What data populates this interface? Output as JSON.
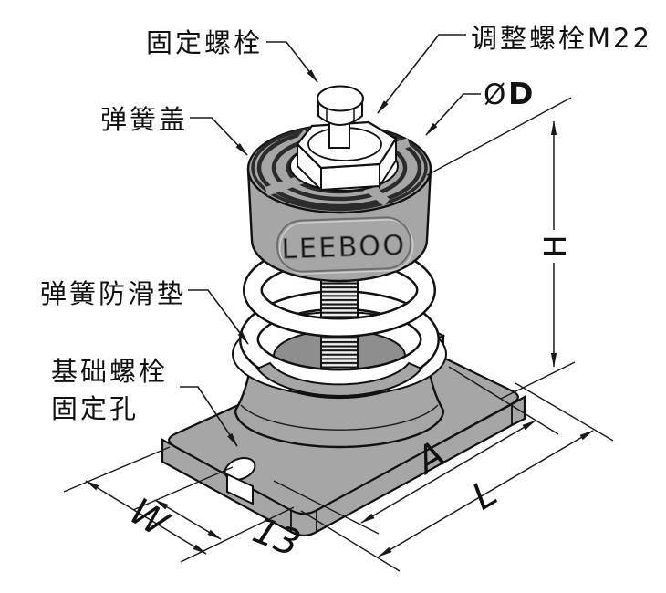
{
  "diagram": {
    "brand": "LEEBOO",
    "part_labels": {
      "fixing_bolt": "固定螺栓",
      "adjusting_bolt": "调整螺栓M22",
      "spring_cover": "弹簧盖",
      "spring_antislip_pad": "弹簧防滑垫",
      "foundation_bolt_hole_line1": "基础螺栓",
      "foundation_bolt_hole_line2": "固定孔"
    },
    "dimension_labels": {
      "diameter_symbol": "Ø",
      "diameter_letter": "D",
      "height": "H",
      "hole_spacing": "A",
      "length": "L",
      "width": "W",
      "notch_offset": "13"
    },
    "colors": {
      "body_gray": "#a6a6a6",
      "groove_dark": "#2b2b2b",
      "line": "#1a1a1a",
      "background": "#ffffff"
    }
  }
}
